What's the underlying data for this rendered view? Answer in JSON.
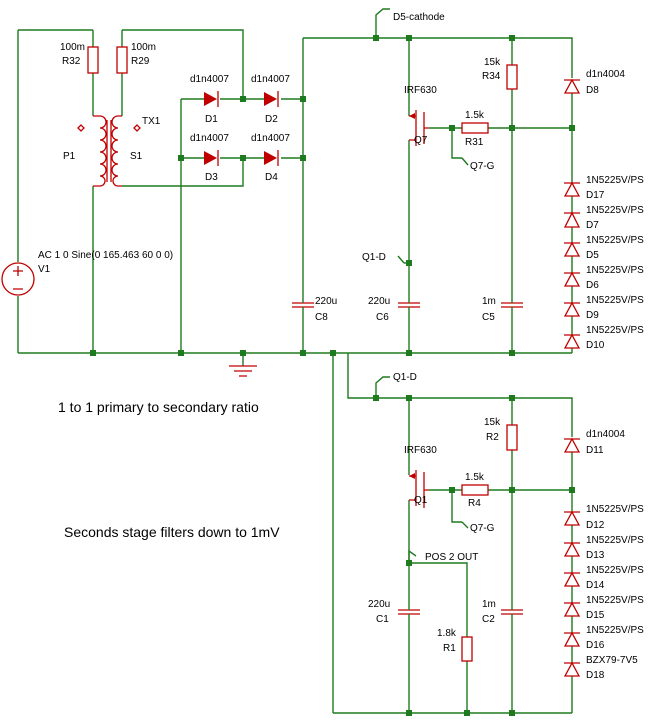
{
  "labels": {
    "R32_val": "100m",
    "R32_ref": "R32",
    "R29_val": "100m",
    "R29_ref": "R29",
    "TX1": "TX1",
    "P1": "P1",
    "S1": "S1",
    "D1_val": "d1n4007",
    "D1_ref": "D1",
    "D2_val": "d1n4007",
    "D2_ref": "D2",
    "D3_val": "d1n4007",
    "D3_ref": "D3",
    "D4_val": "d1n4007",
    "D4_ref": "D4",
    "V1_spec": "AC 1 0 Sine(0 165.463 60 0 0)",
    "V1_ref": "V1",
    "C8_val": "220u",
    "C8_ref": "C8",
    "C6_val": "220u",
    "C6_ref": "C6",
    "C5_val": "1m",
    "C5_ref": "C5",
    "D5_cathode": "D5-cathode",
    "Q7_val": "IRF630",
    "Q7_ref": "Q7",
    "R34_val": "15k",
    "R34_ref": "R34",
    "R31_val": "1.5k",
    "R31_ref": "R31",
    "Q7G_1": "Q7-G",
    "Q1D_1": "Q1-D",
    "D8_val": "d1n4004",
    "D8_ref": "D8",
    "D17_val": "1N5225V/PS",
    "D17_ref": "D17",
    "D7_val": "1N5225V/PS",
    "D7_ref": "D7",
    "D5_val": "1N5225V/PS",
    "D5_ref": "D5",
    "D6_val": "1N5225V/PS",
    "D6_ref": "D6",
    "D9_val": "1N5225V/PS",
    "D9_ref": "D9",
    "D10_val": "1N5225V/PS",
    "D10_ref": "D10",
    "Q1D_2": "Q1-D",
    "Q1_val": "IRF630",
    "Q1_ref": "Q1",
    "R2_val": "15k",
    "R2_ref": "R2",
    "R4_val": "1.5k",
    "R4_ref": "R4",
    "Q7G_2": "Q7-G",
    "D11_val": "d1n4004",
    "D11_ref": "D11",
    "POS2": "POS 2 OUT",
    "C1_val": "220u",
    "C1_ref": "C1",
    "C2_val": "1m",
    "C2_ref": "C2",
    "R1_val": "1.8k",
    "R1_ref": "R1",
    "D12_val": "1N5225V/PS",
    "D12_ref": "D12",
    "D13_val": "1N5225V/PS",
    "D13_ref": "D13",
    "D14_val": "1N5225V/PS",
    "D14_ref": "D14",
    "D15_val": "1N5225V/PS",
    "D15_ref": "D15",
    "D16_val": "1N5225V/PS",
    "D16_ref": "D16",
    "D18_val": "BZX79-7V5",
    "D18_ref": "D18"
  },
  "notes": {
    "ratio": "1 to 1 primary to secondary ratio",
    "filter": "Seconds stage filters down to  1mV"
  }
}
